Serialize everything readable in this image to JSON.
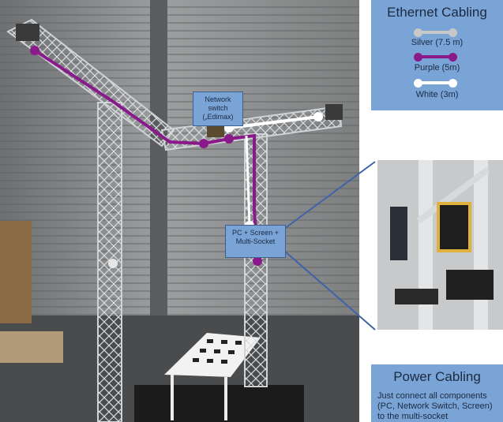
{
  "ethernet_panel": {
    "title": "Ethernet Cabling",
    "items": [
      {
        "label": "Silver (7.5 m)",
        "color": "#c8c8c8"
      },
      {
        "label": "Purple (5m)",
        "color": "#8a1a8a"
      },
      {
        "label": "White (3m)",
        "color": "#ffffff"
      }
    ]
  },
  "power_panel": {
    "title": "Power Cabling",
    "text": "Just connect all components (PC, Network Switch, Screen) to the multi-socket"
  },
  "switch_callout": {
    "lines": [
      "Network",
      "switch",
      "(„Edimax)"
    ]
  },
  "pc_callout": {
    "lines": [
      "PC + Screen +",
      "Multi-Socket"
    ]
  },
  "colors": {
    "panel": "#7aa3d6",
    "purple_cable": "#8a1a8a",
    "white_cable": "#ffffff",
    "connector_line": "#3e64a8"
  }
}
